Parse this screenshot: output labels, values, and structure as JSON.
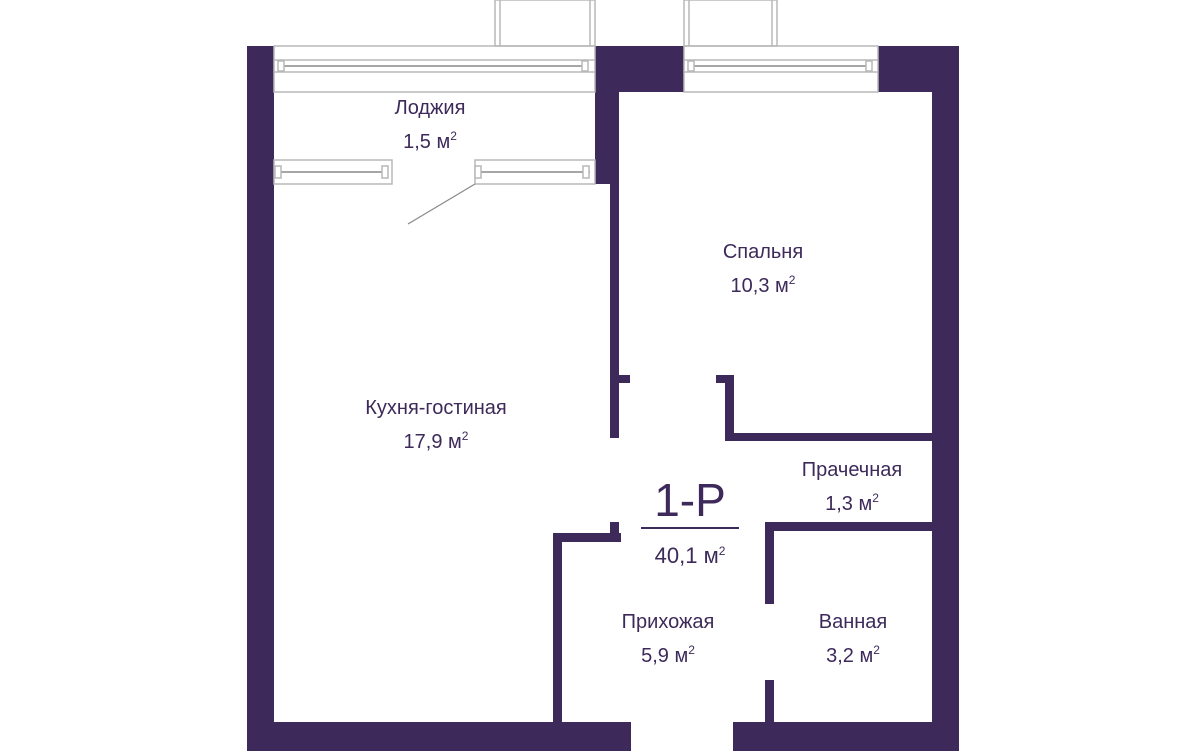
{
  "colors": {
    "wall": "#3d2a5a",
    "text": "#3d2a5a",
    "window_frame": "#b8b8b8",
    "background": "#ffffff"
  },
  "rooms": [
    {
      "name": "Лоджия",
      "area_number": "1,5",
      "unit": "м",
      "unit_sup": "2"
    },
    {
      "name": "Спальня",
      "area_number": "10,3",
      "unit": "м",
      "unit_sup": "2"
    },
    {
      "name": "Кухня-гостиная",
      "area_number": "17,9",
      "unit": "м",
      "unit_sup": "2"
    },
    {
      "name": "Прачечная",
      "area_number": "1,3",
      "unit": "м",
      "unit_sup": "2"
    },
    {
      "name": "Прихожая",
      "area_number": "5,9",
      "unit": "м",
      "unit_sup": "2"
    },
    {
      "name": "Ванная",
      "area_number": "3,2",
      "unit": "м",
      "unit_sup": "2"
    }
  ],
  "apartment": {
    "code": "1-Р",
    "total_area_number": "40,1",
    "unit": "м",
    "unit_sup": "2"
  }
}
